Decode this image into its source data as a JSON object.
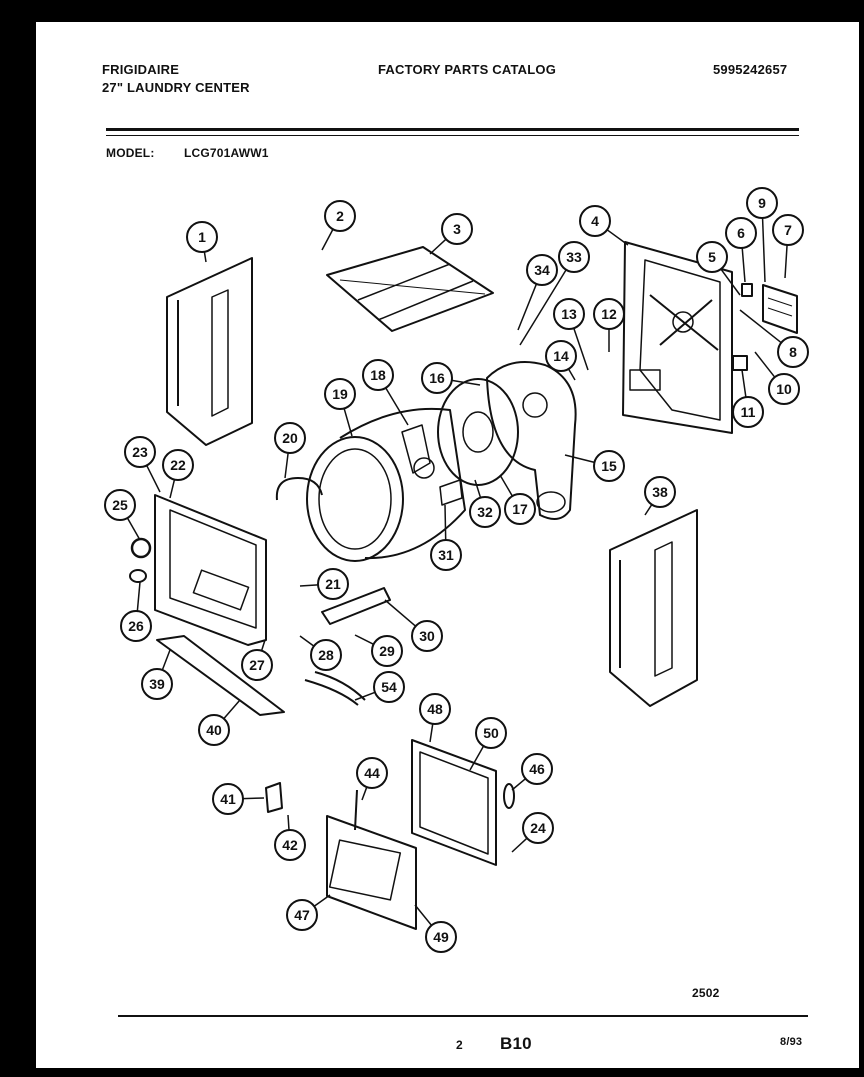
{
  "header": {
    "brand": "FRIGIDAIRE",
    "product": "27\" LAUNDRY CENTER",
    "catalog_title": "FACTORY PARTS CATALOG",
    "catalog_number": "5995242657",
    "model_label": "MODEL:",
    "model_number": "LCG701AWW1"
  },
  "callouts": [
    "1",
    "2",
    "3",
    "4",
    "5",
    "6",
    "7",
    "8",
    "9",
    "10",
    "11",
    "12",
    "13",
    "14",
    "15",
    "16",
    "17",
    "18",
    "19",
    "20",
    "21",
    "22",
    "23",
    "24",
    "25",
    "26",
    "27",
    "28",
    "29",
    "30",
    "31",
    "32",
    "33",
    "34",
    "38",
    "39",
    "40",
    "41",
    "42",
    "44",
    "46",
    "47",
    "48",
    "49",
    "50",
    "54"
  ],
  "footer": {
    "diagram_code": "2502",
    "page_number": "2",
    "section_code": "B10",
    "date_code": "8/93"
  },
  "colors": {
    "background": "#000000",
    "sheet": "#ffffff",
    "ink": "#111111"
  }
}
